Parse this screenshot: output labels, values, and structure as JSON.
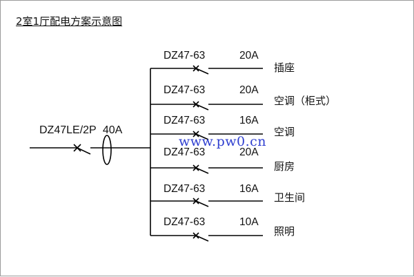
{
  "title": "2室1厅配电方案示意图",
  "main_breaker": {
    "model": "DZ47LE/2P",
    "rating": "40A"
  },
  "branches": [
    {
      "model": "DZ47-63",
      "rating": "20A",
      "name": "插座"
    },
    {
      "model": "DZ47-63",
      "rating": "20A",
      "name": "空调（柜式）"
    },
    {
      "model": "DZ47-63",
      "rating": "16A",
      "name": "空调"
    },
    {
      "model": "DZ47-63",
      "rating": "20A",
      "name": "厨房"
    },
    {
      "model": "DZ47-63",
      "rating": "16A",
      "name": "卫生间"
    },
    {
      "model": "DZ47-63",
      "rating": "10A",
      "name": "照明"
    }
  ],
  "watermark": "www.pw0.cn",
  "colors": {
    "line": "#000000",
    "watermark": "#2f3fd0",
    "border": "#9a9a9a"
  }
}
